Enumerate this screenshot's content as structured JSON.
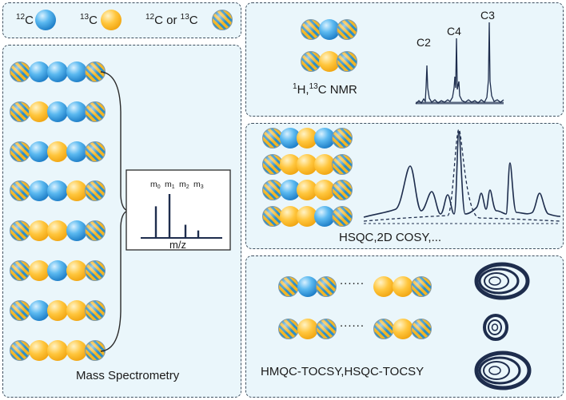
{
  "legend": {
    "c12": {
      "mass": "12",
      "element": "C"
    },
    "c13": {
      "mass": "13",
      "element": "C"
    },
    "mix": {
      "mass_a": "12",
      "element_a": "C",
      "connector": " or ",
      "mass_b": "13",
      "element_b": "C"
    }
  },
  "mass_spec": {
    "title": "Mass Spectrometry",
    "peaks": {
      "m0": "m",
      "m0_sub": "0",
      "m1": "m",
      "m1_sub": "1",
      "m2": "m",
      "m2_sub": "2",
      "m3": "m",
      "m3_sub": "3"
    },
    "xlabel": "m/z",
    "rows": [
      [
        "mix",
        "c12",
        "c12",
        "c12",
        "mix"
      ],
      [
        "mix",
        "c13",
        "c12",
        "c12",
        "mix"
      ],
      [
        "mix",
        "c12",
        "c13",
        "c12",
        "mix"
      ],
      [
        "mix",
        "c12",
        "c12",
        "c13",
        "mix"
      ],
      [
        "mix",
        "c13",
        "c13",
        "c12",
        "mix"
      ],
      [
        "mix",
        "c13",
        "c12",
        "c13",
        "mix"
      ],
      [
        "mix",
        "c12",
        "c13",
        "c13",
        "mix"
      ],
      [
        "mix",
        "c13",
        "c13",
        "c13",
        "mix"
      ]
    ],
    "spectrum": {
      "relative_intensity": [
        0.72,
        1.0,
        0.3,
        0.17
      ]
    }
  },
  "nmr_1d": {
    "title": {
      "m1": "1",
      "e1": "H,",
      "m2": "13",
      "e2": "C NMR"
    },
    "peak_labels": [
      "C2",
      "C4",
      "C3"
    ],
    "rows": [
      [
        "mix",
        "c12",
        "mix"
      ],
      [
        "mix",
        "c13",
        "mix"
      ]
    ]
  },
  "nmr_2d": {
    "title": "HSQC,2D COSY,...",
    "rows": [
      [
        "mix",
        "c12",
        "c13",
        "c12",
        "mix"
      ],
      [
        "mix",
        "c13",
        "c13",
        "c13",
        "mix"
      ],
      [
        "mix",
        "c12",
        "c13",
        "c13",
        "mix"
      ],
      [
        "mix",
        "c13",
        "c13",
        "c12",
        "mix"
      ]
    ]
  },
  "tocsy": {
    "title": "HMQC-TOCSY,HSQC-TOCSY",
    "ellipsis": "......",
    "rows": [
      {
        "left": [
          "mix",
          "c12",
          "mix"
        ],
        "right": [
          "c13",
          "c13",
          "mix"
        ]
      },
      {
        "left": [
          "mix",
          "c13",
          "mix"
        ],
        "right": [
          "mix",
          "c13",
          "mix"
        ]
      }
    ]
  },
  "colors": {
    "c12": "#2a8fd8",
    "c13": "#f5b21f",
    "line": "#1e2d4d",
    "panel_bg": "#eaf6fb",
    "border": "#3f5060"
  }
}
